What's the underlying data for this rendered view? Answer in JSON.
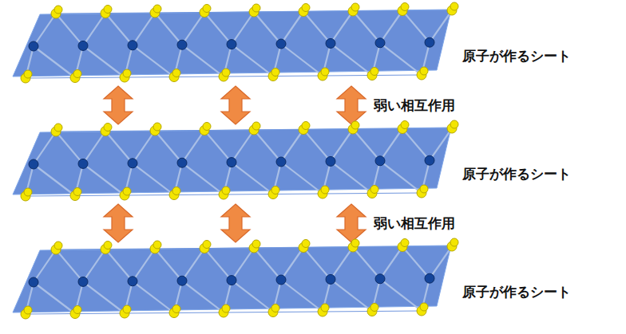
{
  "diagram": {
    "nodes": [
      {
        "text": [
          "原子が作るシート"
        ]
      },
      {
        "text": [
          "原子が作るシート"
        ]
      },
      {
        "text": [
          "原子が作るシート"
        ]
      }
    ],
    "edges": [
      {
        "from": 0,
        "to": 1,
        "arrow": "both"
      },
      {
        "from": 0,
        "to": 1,
        "arrow": "both"
      },
      {
        "from": 0,
        "to": 1,
        "arrow": "both",
        "label": "弱い相互作用"
      },
      {
        "from": 1,
        "to": 2,
        "arrow": "both"
      },
      {
        "from": 1,
        "to": 2,
        "arrow": "both"
      },
      {
        "from": 1,
        "to": 2,
        "arrow": "both",
        "label": "弱い相互作用"
      }
    ]
  }
}
